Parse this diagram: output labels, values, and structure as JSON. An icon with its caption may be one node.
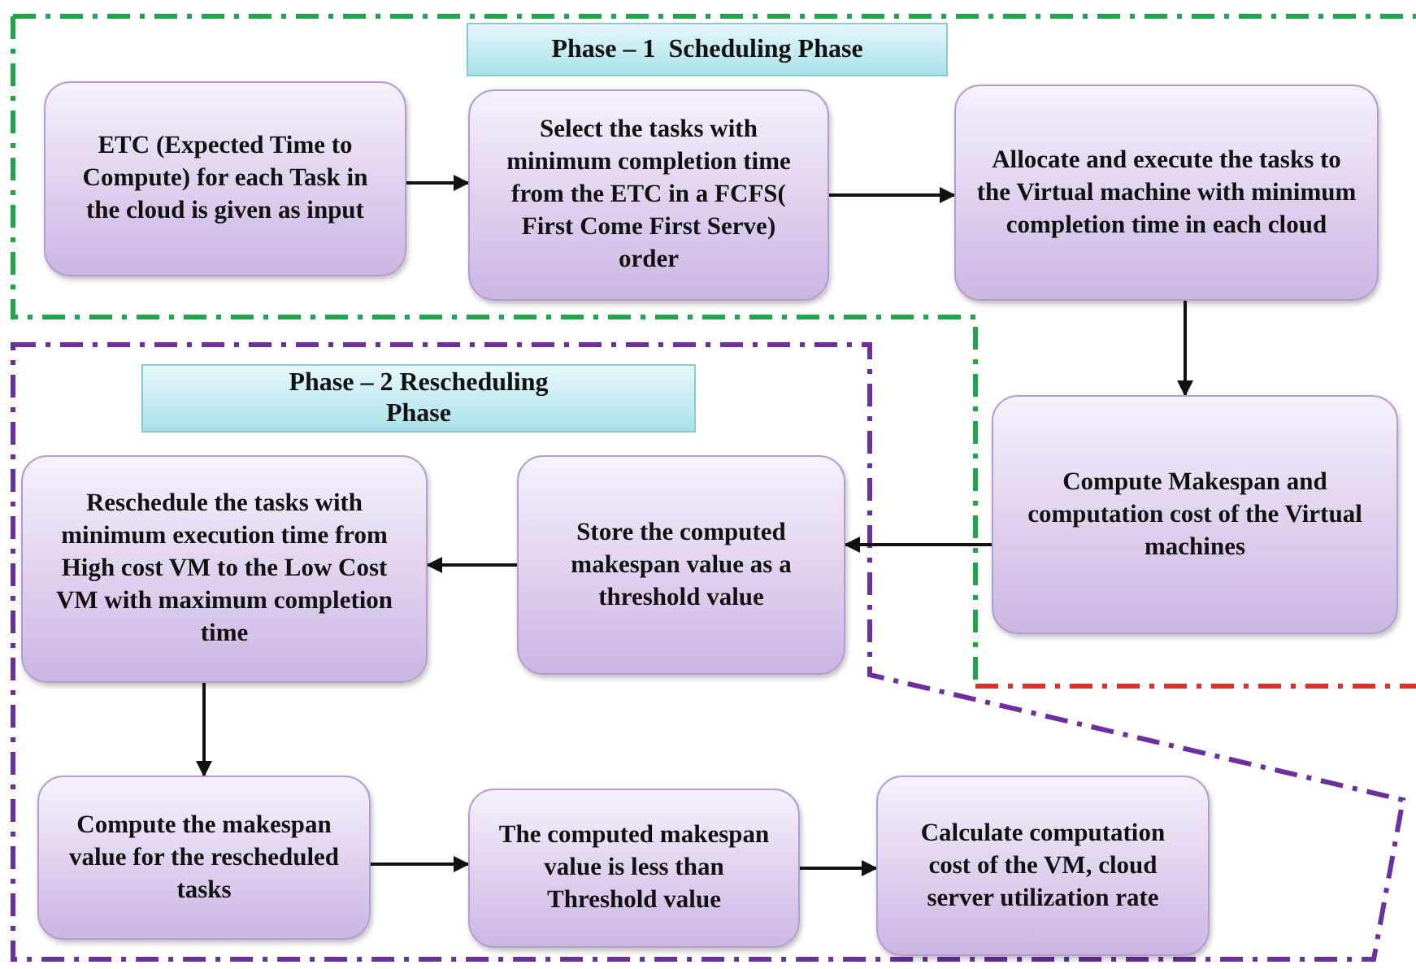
{
  "diagram": {
    "nodes": [
      {
        "text": [
          "Phase – 1  Scheduling Phase"
        ]
      },
      {
        "text": [
          "ETC  (Expected Time to Compute) for each Task in the  cloud is given as input"
        ]
      },
      {
        "text": [
          "Select the tasks  with minimum  completion time from the ETC in  a FCFS( First Come First Serve) order"
        ]
      },
      {
        "text": [
          "Allocate  and execute the tasks to the Virtual machine with minimum completion  time in each cloud"
        ]
      },
      {
        "text": [
          "Compute Makespan and computation cost of the Virtual machines"
        ]
      },
      {
        "text": [
          "Phase – 2 Rescheduling Phase"
        ]
      },
      {
        "text": [
          "Store the computed makespan value as a threshold value"
        ]
      },
      {
        "text": [
          "Reschedule the tasks with minimum  execution time from High cost VM to the  Low Cost VM with maximum completion time"
        ]
      },
      {
        "text": [
          "Compute  the makespan value for the rescheduled tasks"
        ]
      },
      {
        "text": [
          "The computed makespan value is less than Threshold value"
        ]
      },
      {
        "text": [
          "Calculate computation cost of the VM, cloud server utilization rate"
        ]
      }
    ],
    "edges": [
      {
        "from": 1,
        "to": 2,
        "arrow": "to"
      },
      {
        "from": 2,
        "to": 3,
        "arrow": "to"
      },
      {
        "from": 3,
        "to": 4,
        "arrow": "to"
      },
      {
        "from": 4,
        "to": 6,
        "arrow": "to"
      },
      {
        "from": 6,
        "to": 7,
        "arrow": "to"
      },
      {
        "from": 7,
        "to": 8,
        "arrow": "to"
      },
      {
        "from": 8,
        "to": 9,
        "arrow": "to"
      },
      {
        "from": 9,
        "to": 10,
        "arrow": "to"
      }
    ]
  }
}
